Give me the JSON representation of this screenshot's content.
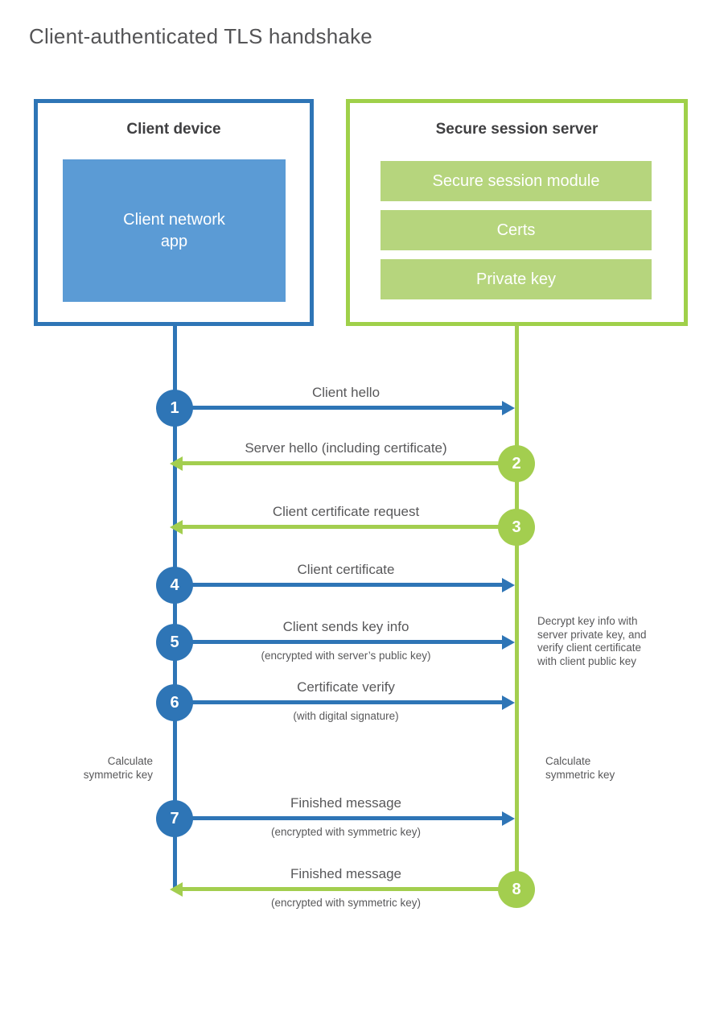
{
  "title": "Client-authenticated TLS handshake",
  "colors": {
    "blue": "#2e75b6",
    "light_blue": "#5b9bd5",
    "green": "#a3ce4f",
    "light_green": "#b6d57d",
    "text_dark": "#3f3f41",
    "text_gray": "#58585a"
  },
  "client_box": {
    "heading": "Client device",
    "app_label": "Client network\napp"
  },
  "server_box": {
    "heading": "Secure session server",
    "modules": [
      "Secure session module",
      "Certs",
      "Private key"
    ]
  },
  "messages": [
    {
      "number": "1",
      "label": "Client hello",
      "sub": "",
      "from": "client"
    },
    {
      "number": "2",
      "label": "Server hello (including certificate)",
      "sub": "",
      "from": "server"
    },
    {
      "number": "3",
      "label": "Client certificate request",
      "sub": "",
      "from": "server"
    },
    {
      "number": "4",
      "label": "Client certificate",
      "sub": "",
      "from": "client"
    },
    {
      "number": "5",
      "label": "Client sends key info",
      "sub": "(encrypted with server’s public key)",
      "from": "client"
    },
    {
      "number": "6",
      "label": "Certificate verify",
      "sub": "(with digital signature)",
      "from": "client"
    },
    {
      "number": "7",
      "label": "Finished message",
      "sub": "(encrypted with symmetric key)",
      "from": "client"
    },
    {
      "number": "8",
      "label": "Finished message",
      "sub": "(encrypted with symmetric key)",
      "from": "server"
    }
  ],
  "annotations": {
    "client_calculate": "Calculate\nsymmetric key",
    "server_calculate": "Calculate\nsymmetric key",
    "server_note": "Decrypt key info with\nserver private key, and\nverify client certificate\nwith client public key"
  }
}
